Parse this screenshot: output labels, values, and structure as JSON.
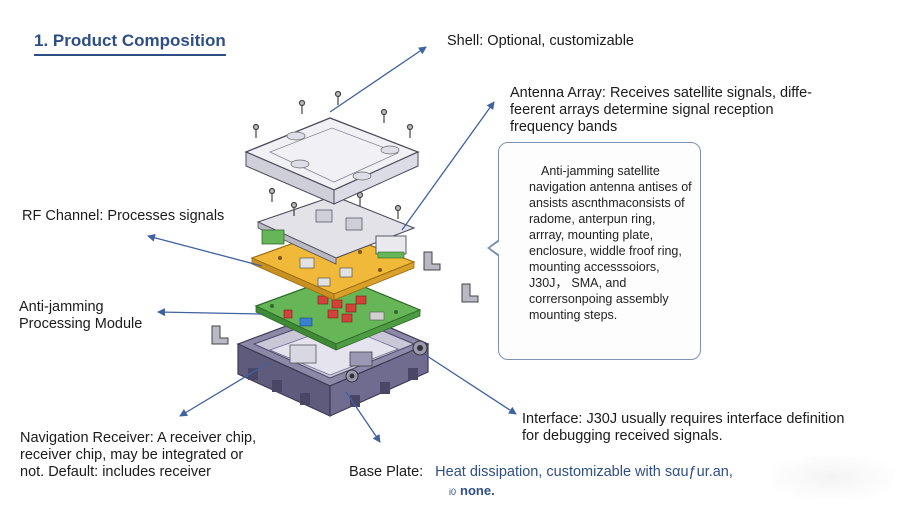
{
  "title": "1. Product Composition",
  "labels": {
    "shell": "Shell: Optional, customizable",
    "antenna": [
      "Antenna Array: Receives satellite signals, diffe-",
      "feerent arrays determine signal reception",
      "frequency bands"
    ],
    "rf_channel": "RF Channel: Processes signals",
    "anti_jamming": [
      "Anti-jamming",
      "Processing Module"
    ],
    "nav_receiver": [
      "Navigation Receiver: A receiver chip,",
      "receiver chip, may be integrated or",
      "not. Default: includes receiver"
    ],
    "interface": [
      "Interface: J30J usually requires interface definition",
      "for debugging received signals."
    ],
    "base_plate": {
      "label": "Base Plate:",
      "value": "Heat dissipation, customizable with ѕαuƒur.аn,",
      "line2_small": "i0",
      "line2_bold": "none."
    }
  },
  "callout": [
    "Anti-jamming satellite",
    "navigation antenna antises of",
    "ansists aѕcnthmaconsists of",
    "radome, anterpun ring,",
    "arrray, mounting plate,",
    "enclosure, widdle froof ring,",
    "mounting accesssoiors,",
    "J30J， SMA, and",
    "corrersonpoing assembly",
    "mounting steps."
  ],
  "colors": {
    "title": "#2e4f86",
    "arrow": "#3f62a0",
    "callout_border": "#7d92b3",
    "pcb_green": "#5fae4f",
    "pcb_yellow": "#f0b93a",
    "shell_gray": "#e9e9ee",
    "base_purple": "#6d6a8c",
    "chip_red": "#d2413a"
  }
}
